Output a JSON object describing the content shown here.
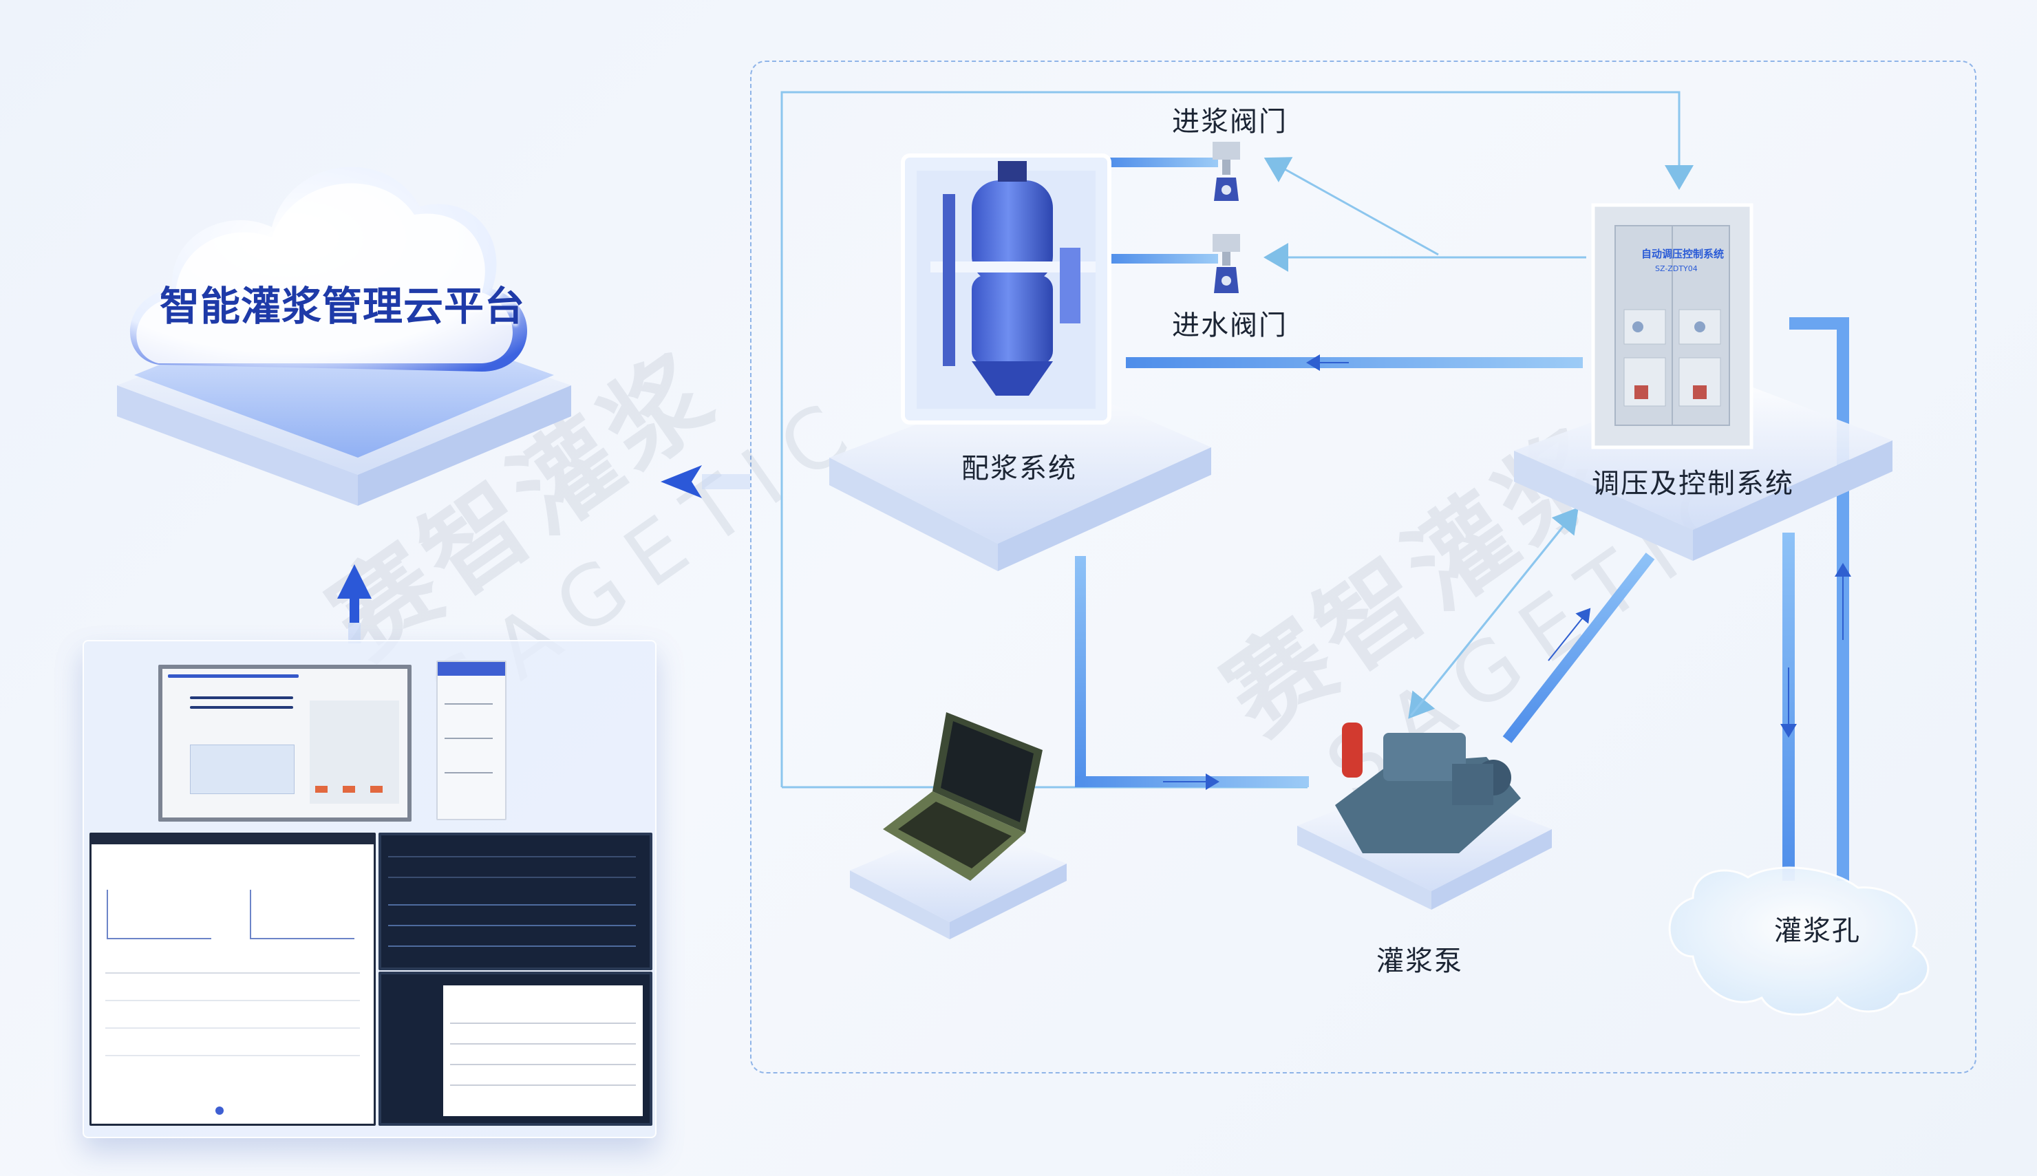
{
  "platform": {
    "title": "智能灌浆管理云平台"
  },
  "nodes": {
    "slurry_inlet_valve": "进浆阀门",
    "water_inlet_valve": "进水阀门",
    "mixing_system": "配浆系统",
    "control_system": "调压及控制系统",
    "grouting_pump": "灌浆泵",
    "grouting_hole": "灌浆孔"
  },
  "cabinet": {
    "title": "自动调压控制系统",
    "model": "SZ-ZDTY04"
  },
  "watermark": {
    "cn": "赛智灌浆",
    "en": "SAGETIC"
  },
  "colors": {
    "accent": "#3a6fe0",
    "pipe": "#5a9af0",
    "line": "#8cc6ee",
    "dark_screen": "#17233a"
  }
}
